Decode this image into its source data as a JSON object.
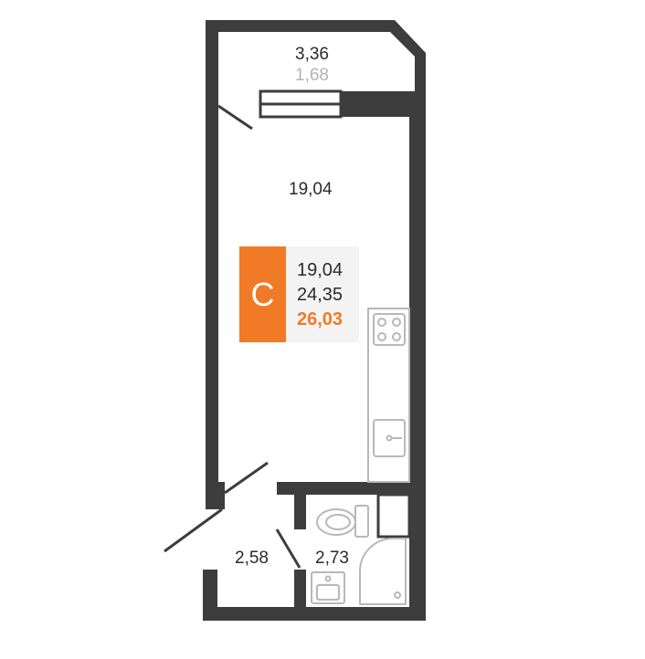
{
  "rooms": {
    "balcony": {
      "area": "3,36",
      "reduced_area": "1,68"
    },
    "main_room": {
      "area": "19,04"
    },
    "hallway": {
      "area": "2,58"
    },
    "bathroom": {
      "area": "2,73"
    }
  },
  "info": {
    "type_letter": "С",
    "living_area": "19,04",
    "total_area": "24,35",
    "full_area": "26,03",
    "accent_color": "#f07a26"
  },
  "colors": {
    "wall": "#3d3d3d",
    "fixture": "#b8b8b8",
    "window": "#3d3d3d"
  },
  "fixtures": [
    "stove-icon",
    "kitchen-sink-icon",
    "toilet-icon",
    "washbasin-icon",
    "shower-tray-icon",
    "door-swing-icon",
    "window-icon"
  ]
}
